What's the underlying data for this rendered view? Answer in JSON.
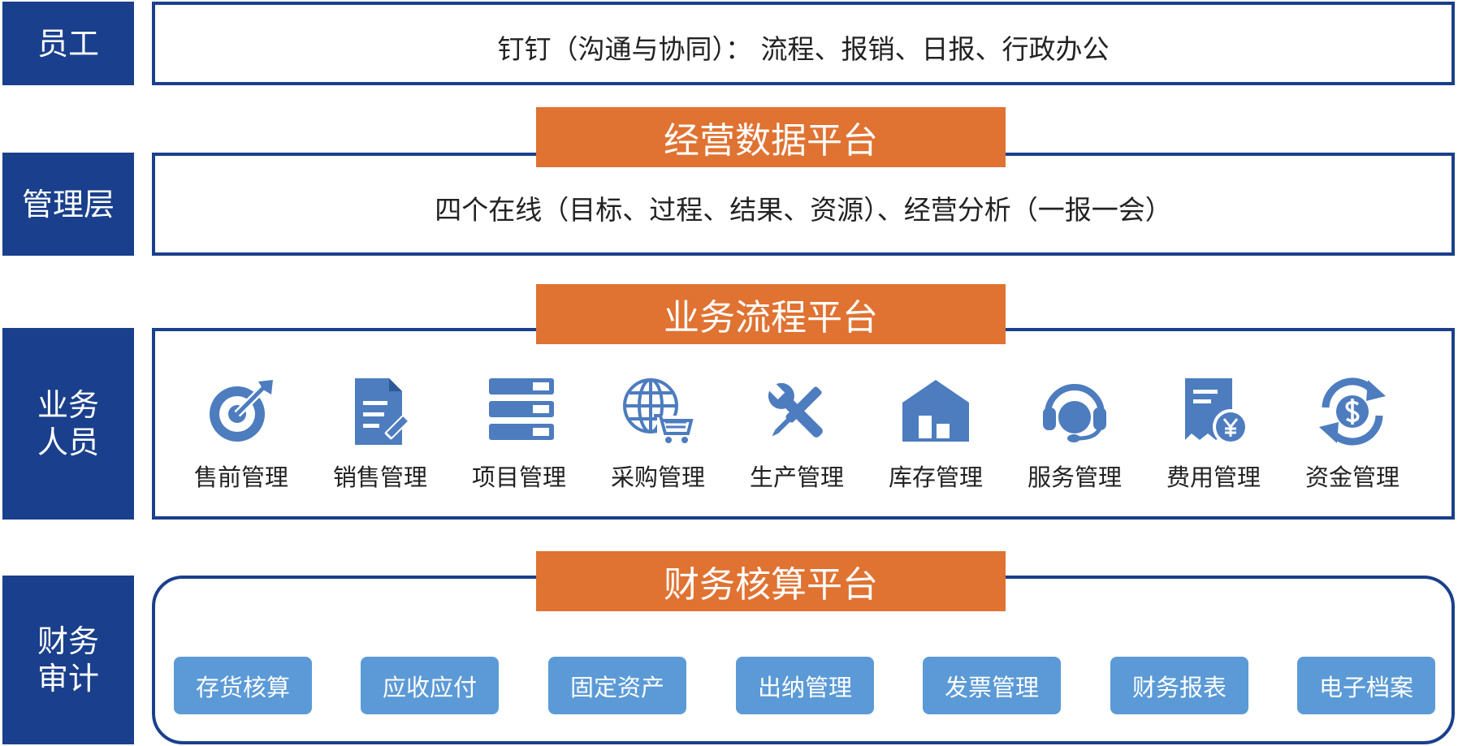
{
  "colors": {
    "navy": "#1a3f8c",
    "orange": "#e07232",
    "icon_blue": "#4d7cbf",
    "chip_blue": "#5b9ad6"
  },
  "rows": {
    "employee": {
      "role": "员工",
      "content": "钉钉（沟通与协同）：  流程、报销、日报、行政办公"
    },
    "management": {
      "role": "管理层",
      "platform": "经营数据平台",
      "content": "四个在线（目标、过程、结果、资源）、经营分析（一报一会）"
    },
    "business": {
      "role": "业务\n人员",
      "platform": "业务流程平台",
      "modules": [
        {
          "label": "售前管理",
          "icon": "target-icon"
        },
        {
          "label": "销售管理",
          "icon": "document-pen-icon"
        },
        {
          "label": "项目管理",
          "icon": "server-stack-icon"
        },
        {
          "label": "采购管理",
          "icon": "globe-cart-icon"
        },
        {
          "label": "生产管理",
          "icon": "wrench-screwdriver-icon"
        },
        {
          "label": "库存管理",
          "icon": "warehouse-icon"
        },
        {
          "label": "服务管理",
          "icon": "headset-icon"
        },
        {
          "label": "费用管理",
          "icon": "receipt-yen-icon"
        },
        {
          "label": "资金管理",
          "icon": "dollar-cycle-icon"
        }
      ]
    },
    "finance": {
      "role": "财务\n审计",
      "platform": "财务核算平台",
      "modules": [
        "存货核算",
        "应收应付",
        "固定资产",
        "出纳管理",
        "发票管理",
        "财务报表",
        "电子档案"
      ]
    }
  }
}
